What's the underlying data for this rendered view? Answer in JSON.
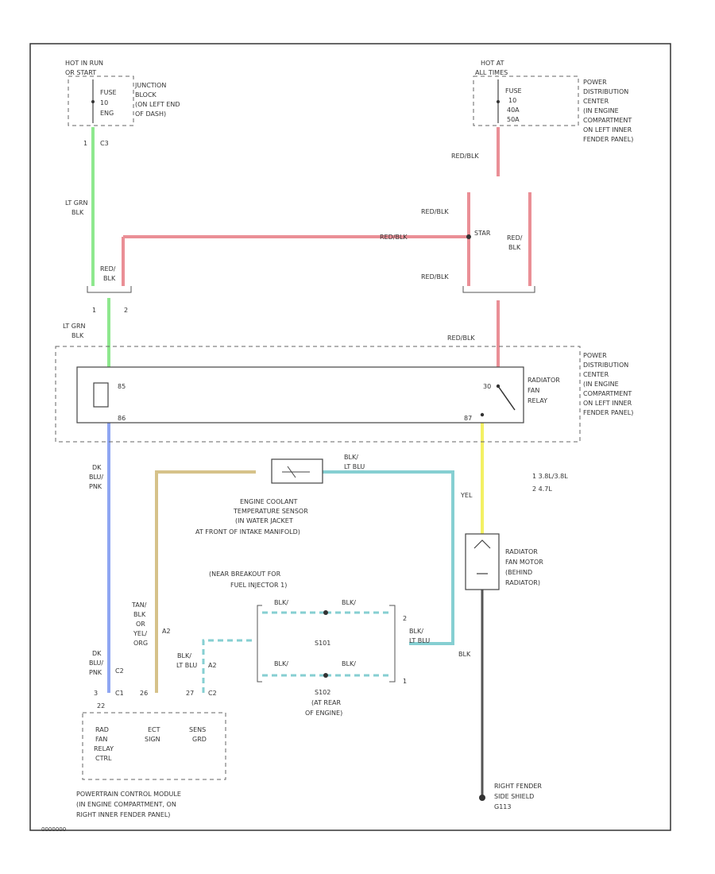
{
  "colors": {
    "lt_grn_blk": "#8ee88e",
    "red_blk": "#ea8f96",
    "dk_blu_pnk": "#8fa6f2",
    "tan_blk": "#d6c28a",
    "blk_lt_blu": "#86cfd2",
    "yel": "#f3f064",
    "blk": "#555555"
  },
  "labels": {
    "hot_run_top": "HOT IN RUN",
    "hot_run_bot": "OR START",
    "fuse_left": [
      "FUSE",
      "10",
      "ENG"
    ],
    "jb": [
      "JUNCTION",
      "BLOCK",
      "(ON LEFT END",
      "OF DASH)"
    ],
    "hot_at_top": "HOT AT",
    "hot_at_bot": "ALL TIMES",
    "fuse_right": [
      "FUSE",
      "10",
      "40A",
      "50A"
    ],
    "pdc_top": [
      "POWER",
      "DISTRIBUTION",
      "CENTER",
      "(IN ENGINE",
      "COMPARTMENT",
      "ON LEFT INNER",
      "FENDER PANEL)"
    ],
    "c3": "C3",
    "one": "1",
    "two": "2",
    "lt_grn_blk": [
      "LT GRN",
      "BLK"
    ],
    "red_blk": "RED/BLK",
    "red_blk_2": [
      "RED/",
      "BLK"
    ],
    "star": "STAR",
    "relay_pins": [
      "85",
      "86",
      "30",
      "87"
    ],
    "relay_name": [
      "RADIATOR",
      "FAN",
      "RELAY"
    ],
    "pdc_mid": [
      "POWER",
      "DISTRIBUTION",
      "CENTER",
      "(IN ENGINE",
      "COMPARTMENT",
      "ON LEFT INNER",
      "FENDER PANEL)"
    ],
    "dk_blu_pnk": [
      "DK",
      "BLU/",
      "PNK"
    ],
    "blk_lt_blu": [
      "BLK/",
      "LT BLU"
    ],
    "ect": [
      "ENGINE COOLANT",
      "TEMPERATURE SENSOR",
      "(IN WATER JACKET",
      "AT FRONT OF INTAKE MANIFOLD)"
    ],
    "engine_note": [
      "1   3.8L/3.8L",
      "2   4.7L"
    ],
    "yel": "YEL",
    "fan_motor": [
      "RADIATOR",
      "FAN MOTOR",
      "(BEHIND",
      "RADIATOR)"
    ],
    "splice_note": [
      "(NEAR BREAKOUT FOR",
      "FUEL INJECTOR 1)"
    ],
    "splice_top": "S101",
    "splice_bot": "S102",
    "splice_loc": [
      "(AT REAR",
      "OF ENGINE)"
    ],
    "blk": "BLK",
    "tan_blk": [
      "TAN/",
      "BLK",
      "OR",
      "YEL/",
      "ORG"
    ],
    "a2": "A2",
    "c1": "C1",
    "c2": "C2",
    "pcm_pins": [
      "3",
      "22",
      "26",
      "27"
    ],
    "pcm_cells": [
      [
        "RAD",
        "FAN",
        "RELAY",
        "CTRL"
      ],
      [
        "ECT",
        "SIGN"
      ],
      [
        "SENS",
        "GRD"
      ]
    ],
    "pcm": [
      "POWERTRAIN CONTROL MODULE",
      "(IN ENGINE COMPARTMENT, ON",
      "RIGHT INNER FENDER PANEL)"
    ],
    "ground": [
      "RIGHT FENDER",
      "SIDE SHIELD",
      "G113"
    ],
    "corner_id": "0000000"
  }
}
